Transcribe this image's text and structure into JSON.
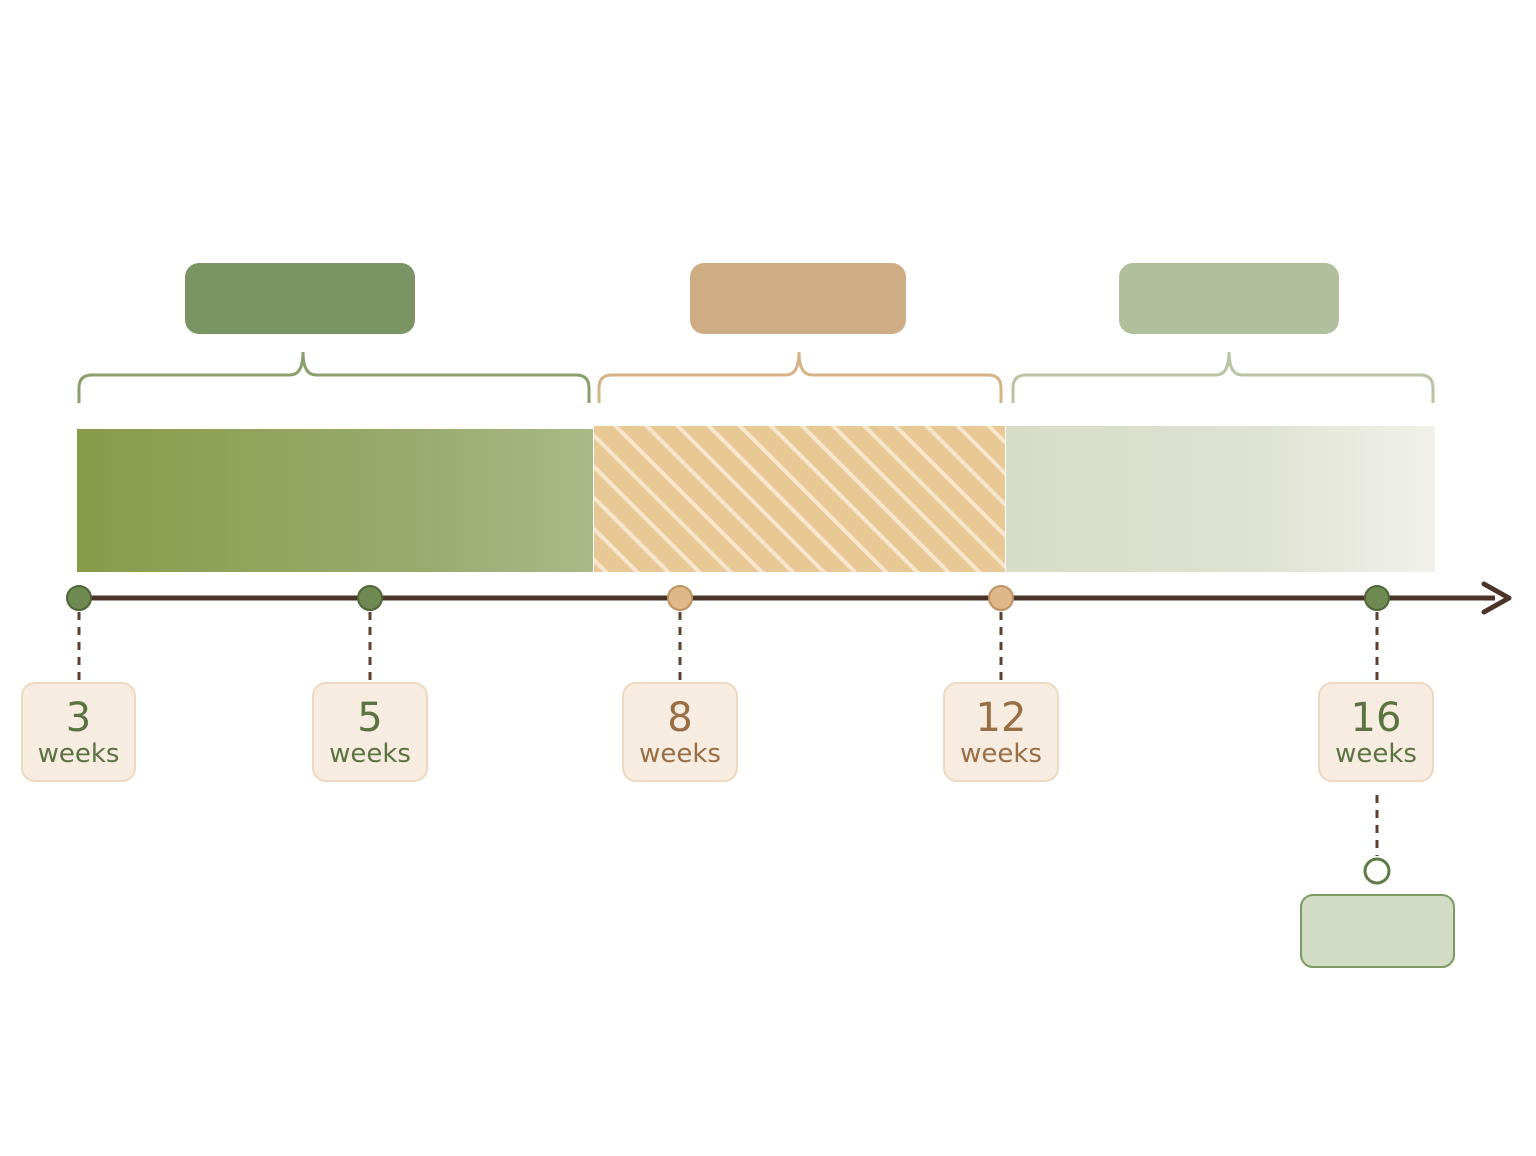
{
  "colors": {
    "green_dark": "#7b9464",
    "tan": "#cfad84",
    "green_light": "#b1bf9c",
    "axis": "#4a3428",
    "label_bg": "#f6ecdf",
    "label_border": "#eed9c0"
  },
  "milestones": [
    {
      "value": "3",
      "unit": "weeks",
      "color": "green"
    },
    {
      "value": "5",
      "unit": "weeks",
      "color": "green"
    },
    {
      "value": "8",
      "unit": "weeks",
      "color": "tan"
    },
    {
      "value": "12",
      "unit": "weeks",
      "color": "tan"
    },
    {
      "value": "16",
      "unit": "weeks",
      "color": "green"
    }
  ]
}
